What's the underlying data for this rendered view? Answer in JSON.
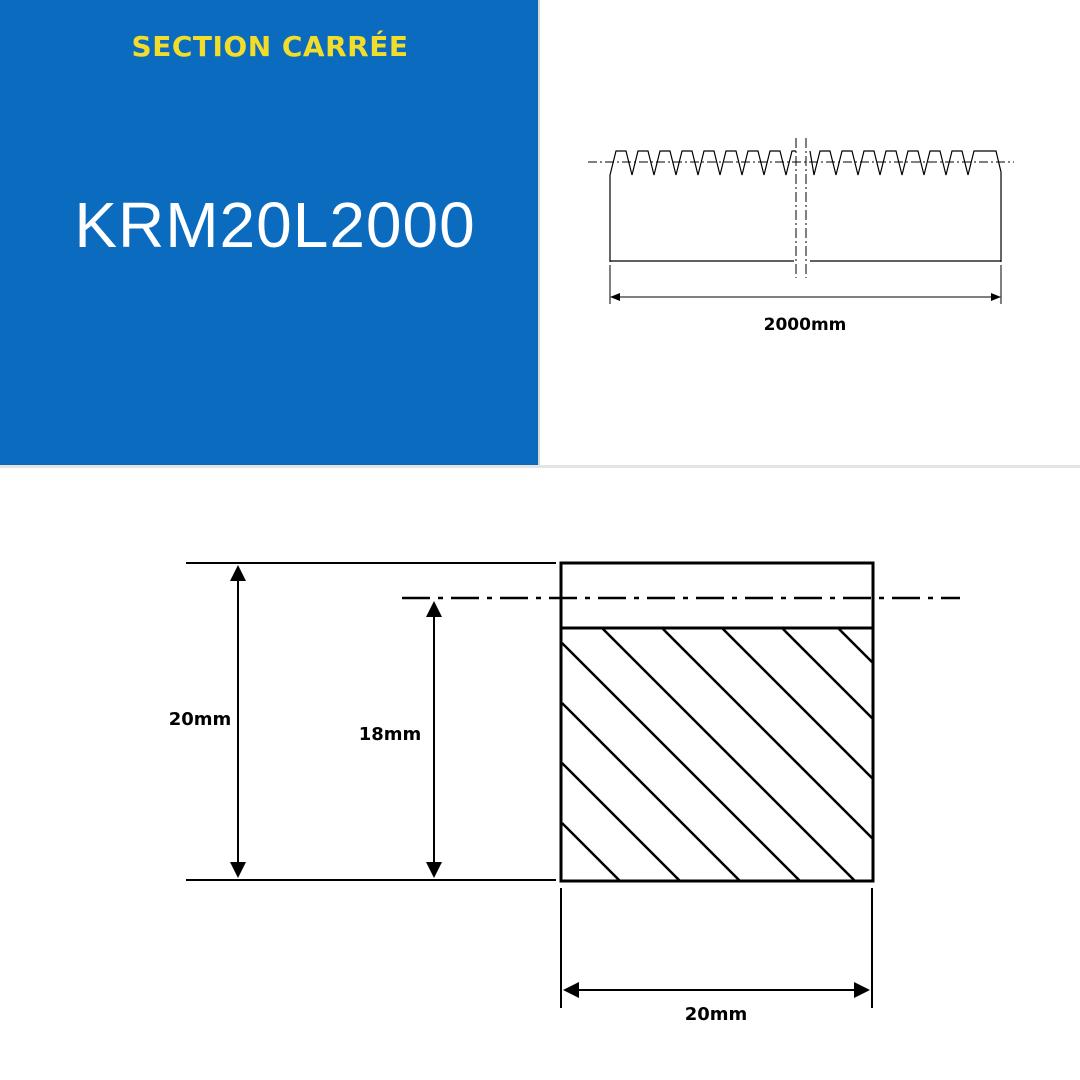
{
  "header": {
    "section_label": "SECTION CARRÉE",
    "part_number": "KRM20L2000"
  },
  "colors": {
    "panel_blue": "#0a6bbf",
    "label_yellow": "#f2dd2a"
  },
  "rack_drawing": {
    "length_label": "2000mm"
  },
  "section_drawing": {
    "height_label": "20mm",
    "pitch_height_label": "18mm",
    "width_label": "20mm"
  }
}
